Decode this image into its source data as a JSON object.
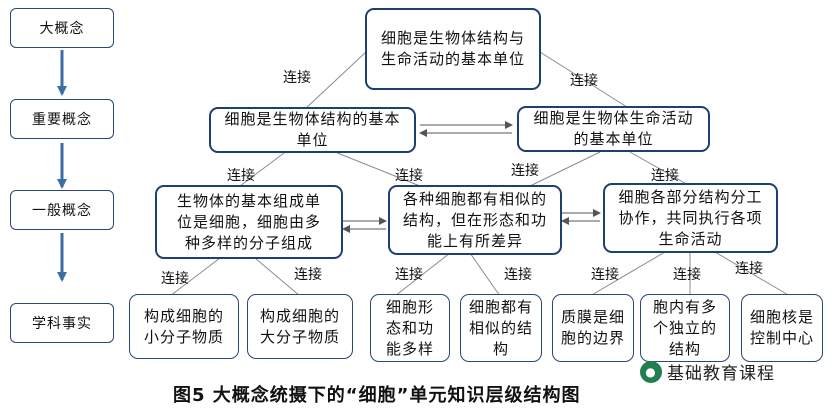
{
  "levels": [
    "大概念",
    "重要概念",
    "一般概念",
    "学科事实"
  ],
  "big_concept": "细胞是生物体结构与生命活动的基本单位",
  "important": [
    "细胞是生物体结构的基本单位",
    "细胞是生物体生命活动的基本单位"
  ],
  "general": [
    "生物体的基本组成单位是细胞，细胞由多种多样的分子组成",
    "各种细胞都有相似的结构，但在形态和功能上有所差异",
    "细胞各部分结构分工协作，共同执行各项生命活动"
  ],
  "facts": [
    "构成细胞的小分子物质",
    "构成细胞的大分子物质",
    "细胞形态和功能多样",
    "细胞都有相似的结构",
    "质膜是细胞的边界",
    "胞内有多个独立的结构",
    "细胞核是控制中心"
  ],
  "link_label": "连接",
  "caption": "图5  大概念统摄下的“细胞”单元知识层级结构图",
  "watermark": "基础教育课程",
  "watermark_icon": "wechat-icon",
  "colors": {
    "border": "#1f3e73",
    "arrow": "#3b6ea5",
    "line": "#8c8c8c"
  }
}
